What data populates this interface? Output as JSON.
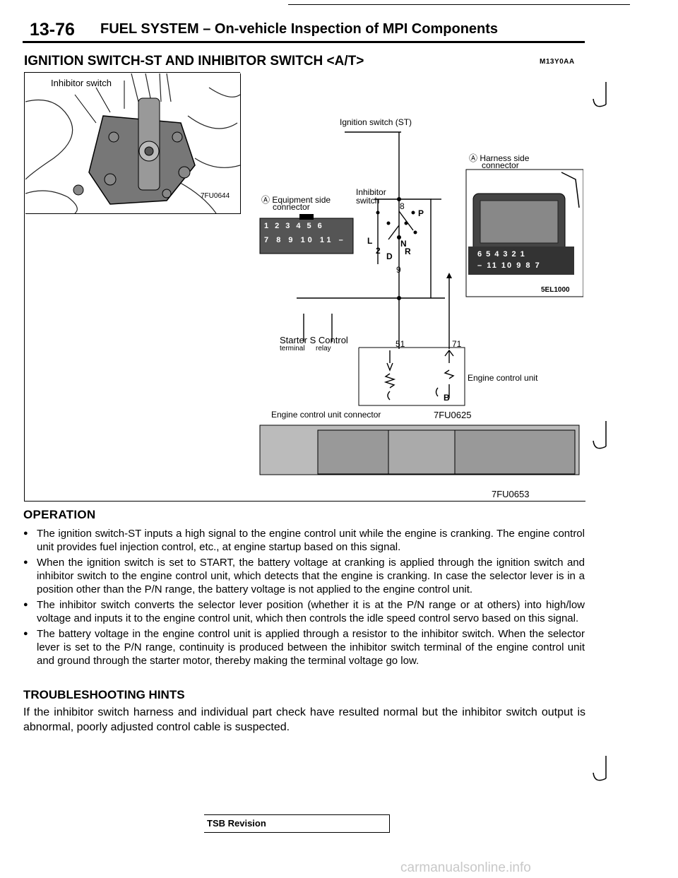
{
  "header": {
    "page_number": "13-76",
    "title": "FUEL SYSTEM – On-vehicle Inspection of MPI Components"
  },
  "section": {
    "title": "IGNITION SWITCH-ST AND INHIBITOR SWITCH <A/T>",
    "code": "M13Y0AA"
  },
  "figure": {
    "photo_label": "Inhibitor switch",
    "photo_code": "7FU0644",
    "ignition_label": "Ignition switch (ST)",
    "harness_label_1": "Ⓐ Harness side",
    "harness_label_2": "connector",
    "equip_label_1": "Ⓐ Equipment side",
    "equip_label_2": "connector",
    "inhibitor_label_1": "Inhibitor",
    "inhibitor_label_2": "switch",
    "pin_8": "8",
    "pin_9": "9",
    "pos_P": "P",
    "pos_L": "L",
    "pos_N": "N",
    "pos_2": "2",
    "pos_D": "D",
    "pos_R": "R",
    "equip_pins_row1": [
      "1",
      "2",
      "3",
      "4",
      "5",
      "6"
    ],
    "equip_pins_row2": [
      "7",
      "8",
      "9",
      "10",
      "11",
      "–"
    ],
    "harness_pins_row1": [
      "6",
      "5",
      "4",
      "3",
      "2",
      "1"
    ],
    "harness_pins_row2": [
      "–",
      "11",
      "10",
      "9",
      "8",
      "7"
    ],
    "harness_code": "5EL1000",
    "starter_label": "Starter S Control",
    "terminal_label": "terminal",
    "relay_label": "relay",
    "pin_51": "51",
    "pin_71": "71",
    "b_label": "B",
    "ecu_label": "Engine control unit",
    "ecu_connector_label": "Engine control unit connector",
    "code_625": "7FU0625",
    "code_653": "7FU0653"
  },
  "operation": {
    "heading": "OPERATION",
    "bullets": [
      "The ignition switch-ST inputs a high signal to the engine control unit while the engine is cranking. The engine control unit provides fuel injection control, etc., at engine startup based on this signal.",
      "When the ignition switch is set to START, the battery voltage at cranking is applied through the ignition switch and inhibitor switch to the engine control unit, which detects that the engine is cranking. In case the selector lever is in a position other than the P/N range, the battery voltage is not applied to the engine control unit.",
      "The inhibitor switch converts the selector lever position (whether it is at the P/N range or at others) into high/low voltage and inputs it to the engine control unit, which then controls the idle speed control servo based on this signal.",
      "The battery voltage in the engine control unit is applied through a resistor to the inhibitor switch. When the selector lever is set to the P/N range, continuity is produced between the inhibitor switch terminal of the engine control unit and ground through the starter motor, thereby making the terminal voltage go low."
    ]
  },
  "troubleshooting": {
    "heading": "TROUBLESHOOTING HINTS",
    "text": "If the inhibitor switch harness and individual part check have resulted normal but the inhibitor switch output is abnormal, poorly adjusted control cable is suspected."
  },
  "footer": {
    "tsb": "TSB Revision",
    "watermark": "carmanualsonline.info"
  }
}
